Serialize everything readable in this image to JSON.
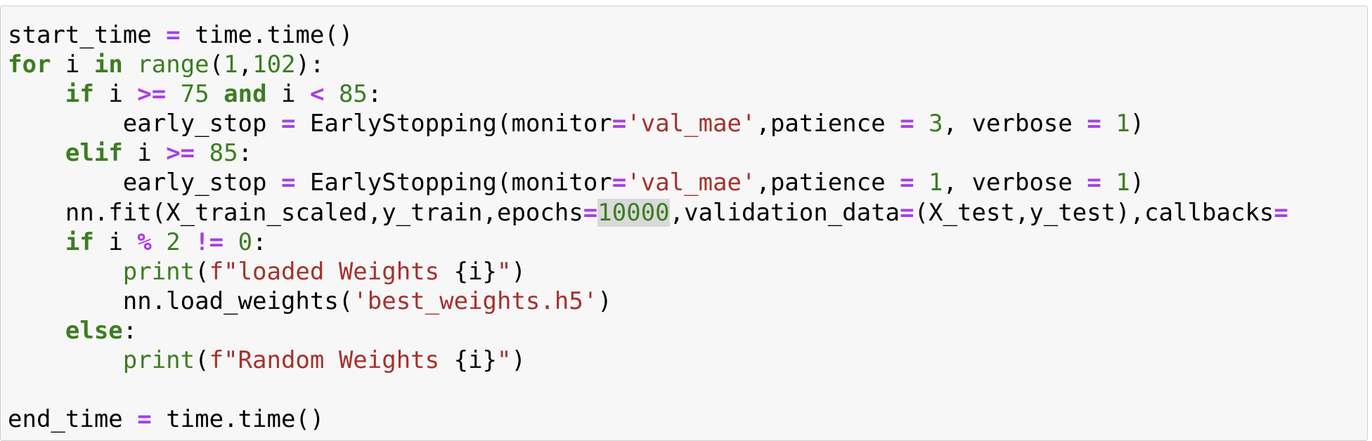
{
  "cell": {
    "background": "#f7f7f7",
    "border": "#cfcfcf",
    "colors": {
      "keyword": "#3c7d22",
      "operator": "#a83de8",
      "number": "#3c7d22",
      "string": "#a6302c",
      "builtin": "#3c7d22",
      "default": "#000000",
      "highlight": "#d9d9d9"
    },
    "lines": [
      {
        "tokens": [
          "start_time ",
          "=",
          " time.time()"
        ]
      },
      {
        "tokens": [
          "for",
          " i ",
          "in",
          " ",
          "range",
          "(",
          "1",
          ",",
          "102",
          "):"
        ]
      },
      {
        "tokens": [
          "    ",
          "if",
          " i ",
          ">=",
          " ",
          "75",
          " ",
          "and",
          " i ",
          "<",
          " ",
          "85",
          ":"
        ]
      },
      {
        "tokens": [
          "        early_stop ",
          "=",
          " EarlyStopping(monitor",
          "=",
          "'val_mae'",
          ",patience ",
          "=",
          " ",
          "3",
          ", verbose ",
          "=",
          " ",
          "1",
          ")"
        ]
      },
      {
        "tokens": [
          "    ",
          "elif",
          " i ",
          ">=",
          " ",
          "85",
          ":"
        ]
      },
      {
        "tokens": [
          "        early_stop ",
          "=",
          " EarlyStopping(monitor",
          "=",
          "'val_mae'",
          ",patience ",
          "=",
          " ",
          "1",
          ", verbose ",
          "=",
          " ",
          "1",
          ")"
        ]
      },
      {
        "tokens": [
          "    nn.fit(X_train_scaled,y_train,epochs",
          "=",
          "10000",
          ",validation_data",
          "=",
          "(X_test,y_test),callbacks",
          "="
        ]
      },
      {
        "tokens": [
          "    ",
          "if",
          " i ",
          "%",
          " ",
          "2",
          " ",
          "!=",
          " ",
          "0",
          ":"
        ]
      },
      {
        "tokens": [
          "        ",
          "print",
          "(",
          "f\"loaded Weights ",
          "{i}",
          "\"",
          ")"
        ]
      },
      {
        "tokens": [
          "        nn.load_weights(",
          "'best_weights.h5'",
          ")"
        ]
      },
      {
        "tokens": [
          "    ",
          "else",
          ":"
        ]
      },
      {
        "tokens": [
          "        ",
          "print",
          "(",
          "f\"Random Weights ",
          "{i}",
          "\"",
          ")"
        ]
      },
      {
        "tokens": [
          ""
        ]
      },
      {
        "tokens": [
          "end_time ",
          "=",
          " time.time()"
        ]
      }
    ]
  }
}
